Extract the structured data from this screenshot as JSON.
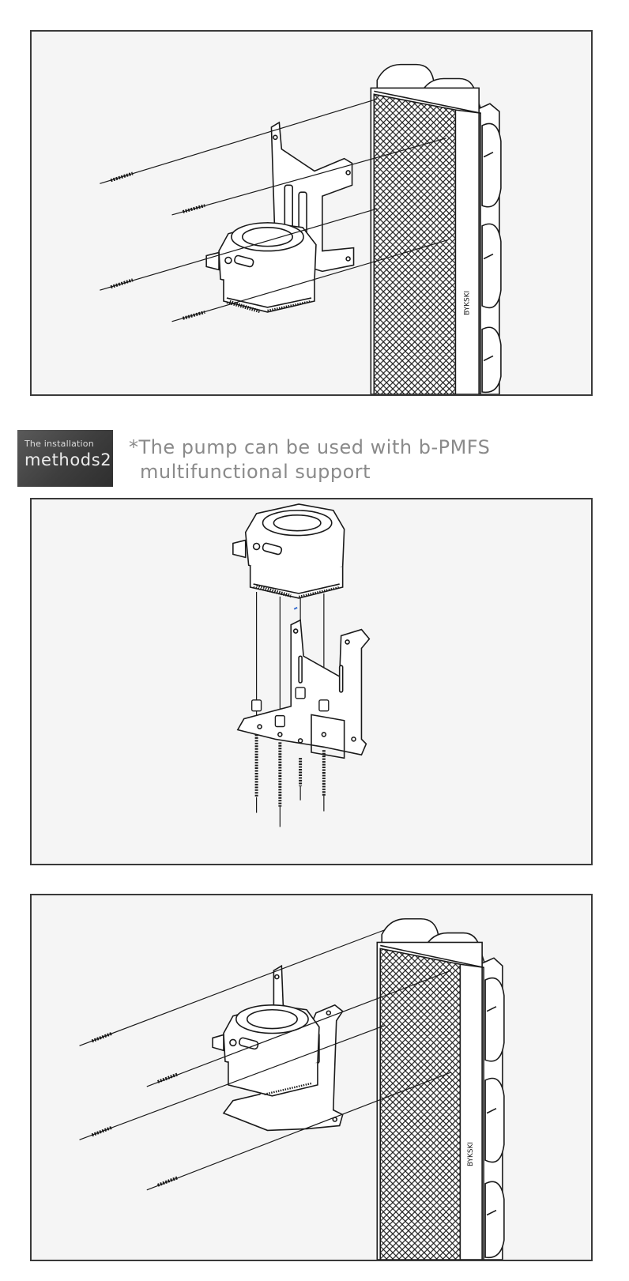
{
  "section_badge": {
    "line1": "The installation",
    "line2": "methods2"
  },
  "note": {
    "line1": "*The pump can be used with b-PMFS",
    "line2": "multifunctional support"
  },
  "radiator_logo_text": "BYKSKI",
  "colors": {
    "panel_bg": "#f5f5f5",
    "panel_border": "#3a3a3a",
    "badge_bg": "#474747",
    "note_text": "#8a8a8a",
    "line_art": "#1a1a1a"
  },
  "figures": [
    {
      "name": "pump-bracket-to-radiator-diagram"
    },
    {
      "name": "pump-to-pmfs-support-diagram"
    },
    {
      "name": "assembled-support-to-radiator-diagram"
    }
  ]
}
